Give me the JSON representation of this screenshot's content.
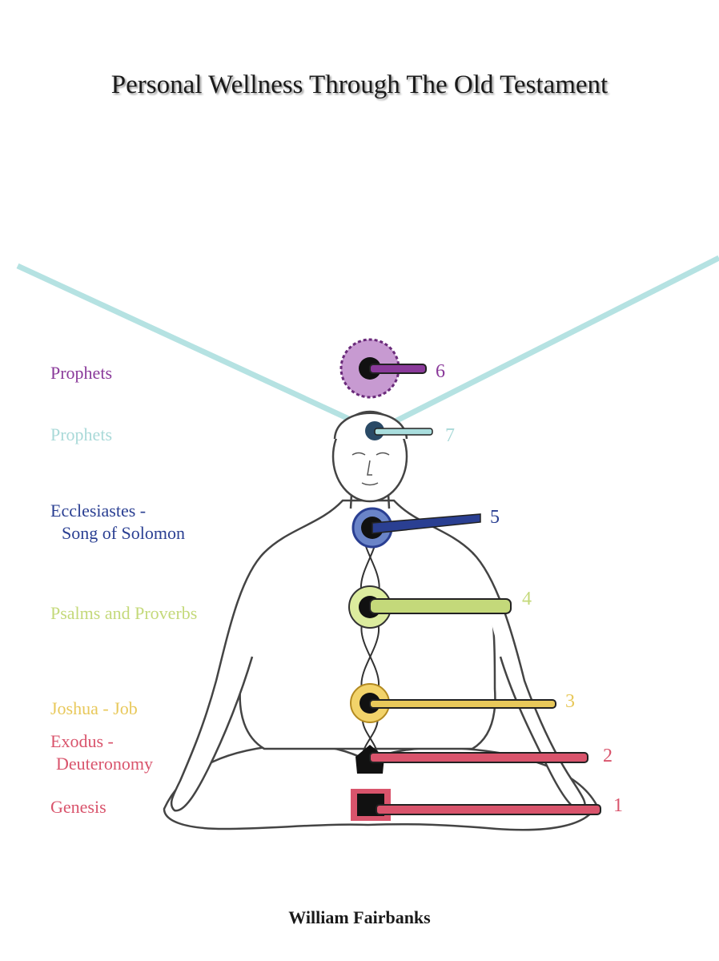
{
  "title": "Personal Wellness Through The Old Testament",
  "author": "William Fairbanks",
  "chakras": [
    {
      "number": "6",
      "label_lines": [
        "Prophets"
      ],
      "color": "#8a3a9a"
    },
    {
      "number": "7",
      "label_lines": [
        "Prophets"
      ],
      "color": "#a9d9d8"
    },
    {
      "number": "5",
      "label_lines": [
        "Ecclesiastes -",
        "Song of Solomon"
      ],
      "color": "#2a3f92"
    },
    {
      "number": "4",
      "label_lines": [
        "Psalms and Proverbs"
      ],
      "color": "#c4d97a"
    },
    {
      "number": "3",
      "label_lines": [
        "Joshua - Job"
      ],
      "color": "#e8c85a"
    },
    {
      "number": "2",
      "label_lines": [
        "Exodus -",
        "Deuteronomy"
      ],
      "color": "#d9546c"
    },
    {
      "number": "1",
      "label_lines": [
        "Genesis"
      ],
      "color": "#d9546c"
    }
  ],
  "colors": {
    "light_beam": "#a9dede",
    "body_outline": "#444444"
  }
}
